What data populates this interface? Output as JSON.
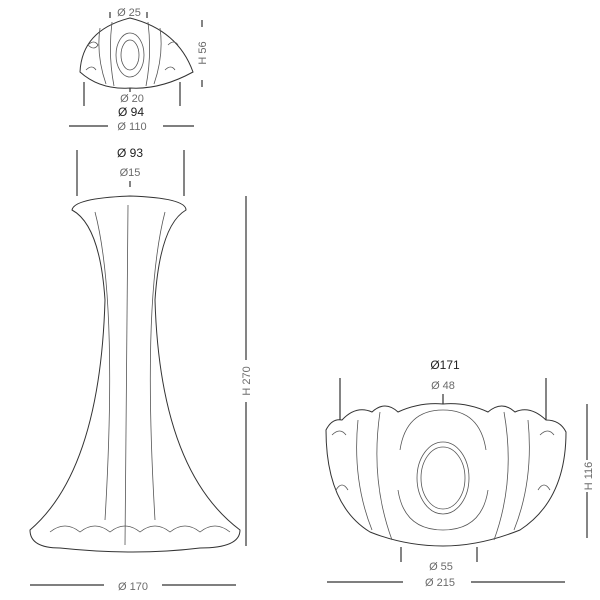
{
  "small_bowl": {
    "top_diameter": "Ø 25",
    "height": "H 56",
    "bottom_diameter": "Ø 20",
    "inner_diameter": "Ø 94",
    "outer_diameter": "Ø 110"
  },
  "pedestal": {
    "top_diameter": "Ø 93",
    "hole_diameter": "Ø15",
    "height": "H 270",
    "base_diameter": "Ø 170"
  },
  "large_bowl": {
    "rim_diameter": "Ø171",
    "top_hole_diameter": "Ø 48",
    "height": "H 116",
    "base_diameter": "Ø 55",
    "max_diameter": "Ø 215"
  }
}
